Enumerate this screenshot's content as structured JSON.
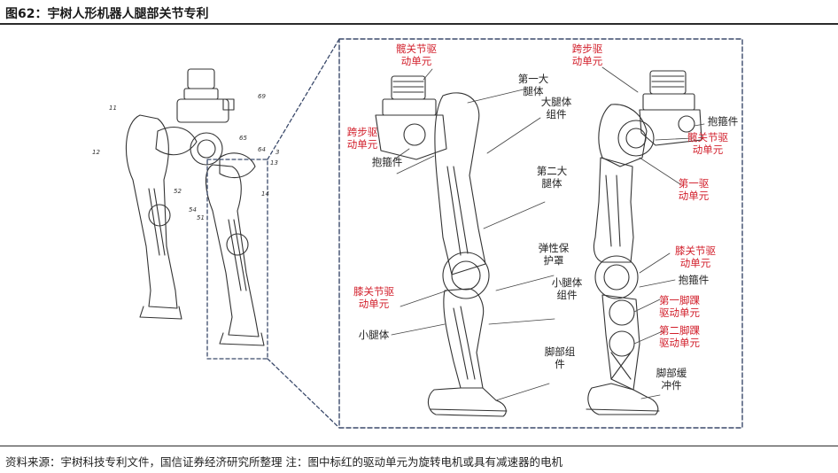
{
  "figure": {
    "title": "图62：宇树人形机器人腿部关节专利",
    "source_note": "资料来源：宇树科技专利文件，国信证券经济研究所整理 注：图中标红的驱动单元为旋转电机或具有减速器的电机"
  },
  "colors": {
    "highlight_red": "#d21f2b",
    "frame_blue": "#3b4a6b",
    "text": "#222222"
  },
  "patent_numbers": [
    "11",
    "12",
    "69",
    "65",
    "64",
    "3",
    "13",
    "52",
    "54",
    "51",
    "14"
  ],
  "labels": {
    "left_leg": {
      "hip_joint_drive": "髋关节驱动单元",
      "stride_drive": "跨步驱动单元",
      "holding_hoop": "抱箍件",
      "first_thigh": "第一大腿体",
      "thigh_assembly": "大腿体组件",
      "second_thigh": "第二大腿体",
      "elastic_guard": "弹性保护罩",
      "knee_joint_drive": "膝关节驱动单元",
      "shank_assembly": "小腿体组件",
      "shank_body": "小腿体",
      "foot_assembly": "脚部组件"
    },
    "right_leg": {
      "stride_drive": "跨步驱动单元",
      "holding_hoop_top": "抱箍件",
      "hip_joint_drive": "髋关节驱动单元",
      "first_drive": "第一驱动单元",
      "knee_joint_drive": "膝关节驱动单元",
      "holding_hoop_mid": "抱箍件",
      "first_ankle_drive": "第一脚踝驱动单元",
      "second_ankle_drive": "第二脚踝驱动单元",
      "foot_buffer": "脚部缓冲件"
    }
  }
}
